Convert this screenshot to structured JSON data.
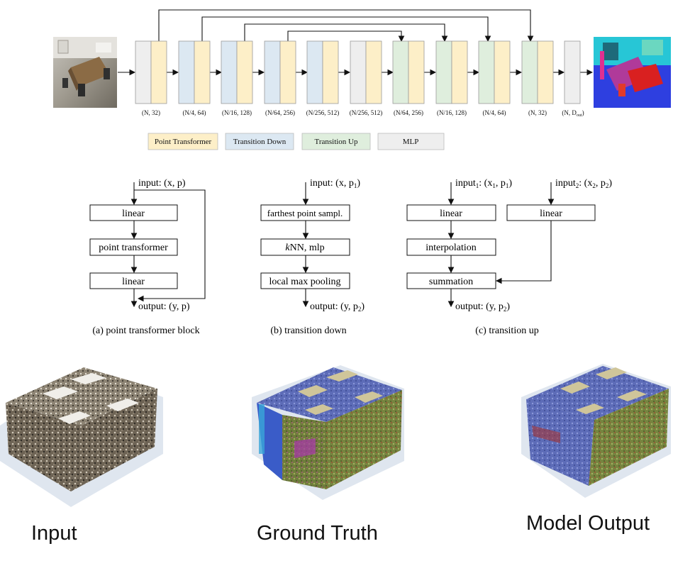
{
  "legend": {
    "point_transformer": "Point Transformer",
    "transition_down": "Transition Down",
    "transition_up": "Transition Up",
    "mlp": "MLP"
  },
  "colors": {
    "point_transformer": "#fdefc8",
    "transition_down": "#dce8f2",
    "transition_up": "#dfeedd",
    "mlp": "#eeeeee"
  },
  "pipeline": {
    "shapes": [
      "(N, 32)",
      "(N/4, 64)",
      "(N/16, 128)",
      "(N/64, 256)",
      "(N/256, 512)",
      "(N/256, 512)",
      "(N/64, 256)",
      "(N/16, 128)",
      "(N/4, 64)",
      "(N, 32)",
      "(N, D"
    ],
    "out_subscript": "out"
  },
  "block_a": {
    "input": "input: (x, p)",
    "boxes": [
      "linear",
      "point transformer",
      "linear"
    ],
    "output": "output: (y, p)",
    "caption": "(a) point transformer block"
  },
  "block_b": {
    "input": "input: (x, p",
    "input_sub": "1",
    "boxes": [
      "farthest point sampl.",
      "NN, mlp",
      "local max pooling"
    ],
    "knn_k": "k",
    "output": "output: (y, p",
    "output_sub": "2",
    "caption": "(b) transition down"
  },
  "block_c": {
    "input1_prefix": "input",
    "input1_sub": "1",
    "input1_mid": ": (x",
    "input1_x_sub": "1",
    "input1_sep": ", p",
    "input1_p_sub": "1",
    "input2_prefix": "input",
    "input2_sub": "2",
    "input2_mid": ": (x",
    "input2_x_sub": "2",
    "input2_sep": ", p",
    "input2_p_sub": "2",
    "boxes": [
      "linear",
      "linear",
      "interpolation",
      "summation"
    ],
    "output": "output: (y, p",
    "output_sub": "2",
    "caption": "(c) transition up"
  },
  "bottom_labels": {
    "input": "Input",
    "ground_truth": "Ground Truth",
    "model_output": "Model Output"
  }
}
